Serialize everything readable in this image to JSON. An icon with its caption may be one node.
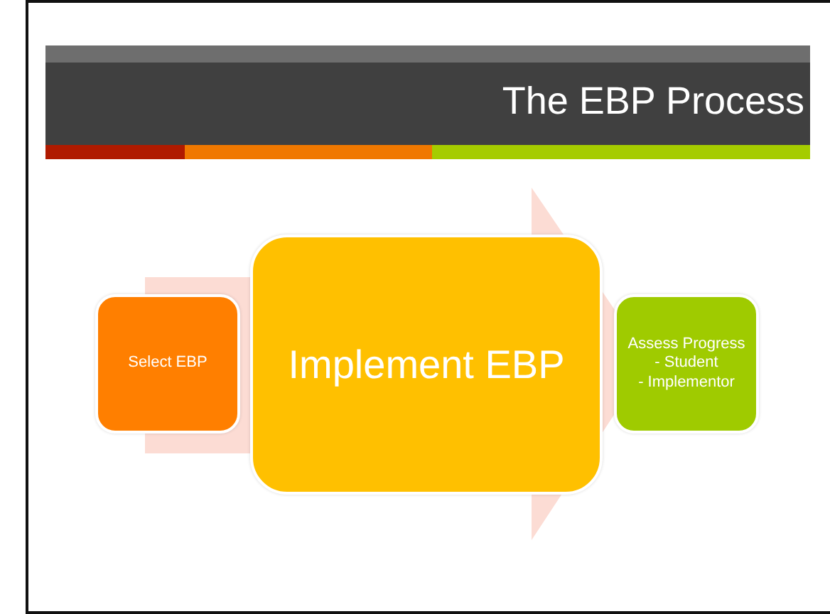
{
  "diagram": {
    "title": "The EBP Process",
    "nodes": [
      {
        "text": [
          "Select EBP"
        ]
      },
      {
        "text": [
          "Implement EBP"
        ]
      },
      {
        "text": [
          "Assess Progress",
          "- Student",
          "- Implementor"
        ]
      }
    ],
    "edges": [
      {
        "from": 0,
        "to": 2,
        "arrow": "to"
      }
    ]
  }
}
